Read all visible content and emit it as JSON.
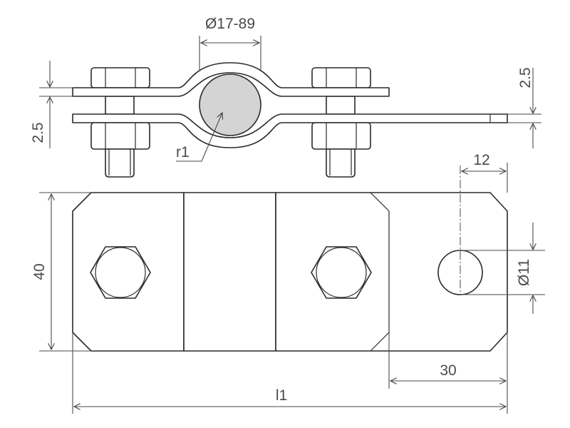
{
  "dimensions": {
    "diameter_range": "Ø17-89",
    "plate_thickness_right": "2.5",
    "plate_thickness_left": "2.5",
    "bend_radius": "r1",
    "hole_offset": "12",
    "hole_diameter": "Ø11",
    "plate_width": "40",
    "end_length": "30",
    "total_length": "l1"
  },
  "colors": {
    "line": "#2a2a2a",
    "dimension": "#4a4a4a",
    "pipe_section": "#d4d4d4"
  }
}
